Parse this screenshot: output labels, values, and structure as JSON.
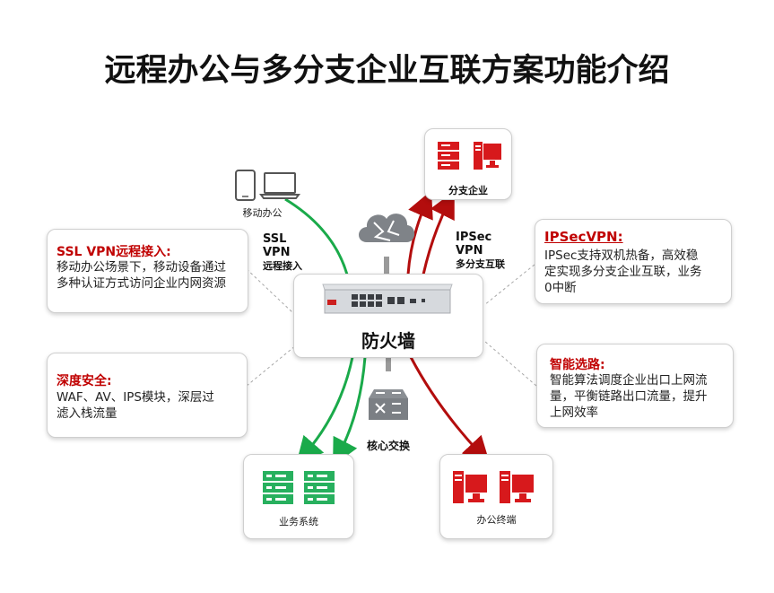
{
  "title": "远程办公与多分支企业互联方案功能介绍",
  "nodes": {
    "mobile": "移动办公",
    "branch": "分支企业",
    "firewall": "防火墙",
    "core_switch": "核心交换",
    "business_system": "业务系统",
    "office_terminal": "办公终端"
  },
  "links": {
    "ssl": [
      "SSL",
      "VPN",
      "远程接入"
    ],
    "ipsec": [
      "IPSec",
      "VPN",
      "多分支互联"
    ]
  },
  "features": {
    "ssl_vpn": {
      "title": "SSL VPN远程接入:",
      "lines": [
        "移动办公场景下，移动设备通过",
        "多种认证方式访问企业内网资源"
      ]
    },
    "ipsec_vpn": {
      "title": "IPSecVPN:",
      "lines": [
        "IPSec支持双机热备，高效稳",
        "定实现多分支企业互联，业务",
        "0中断"
      ]
    },
    "deep_security": {
      "title": "深度安全:",
      "lines": [
        "WAF、AV、IPS模块，深层过",
        "滤入栈流量"
      ]
    },
    "smart_routing": {
      "title": "智能选路:",
      "lines": [
        "智能算法调度企业出口上网流",
        "量，平衡链路出口流量，提升",
        "上网效率"
      ]
    }
  },
  "colors": {
    "green": "#1aaa4a",
    "red": "#b30d0d",
    "icon_red": "#d7191c",
    "icon_green": "#27b05e",
    "dashed": "#a8a8a8"
  }
}
